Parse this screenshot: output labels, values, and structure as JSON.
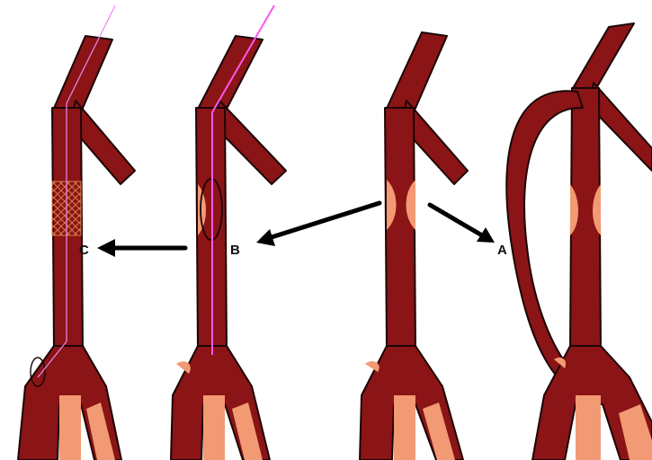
{
  "labels": {
    "a": "A",
    "b": "B",
    "c": "C"
  },
  "colors": {
    "vessel": "#8a1416",
    "plaque": "#f29a73",
    "guidewire": "#ff55ee",
    "outline": "#1c0606",
    "arrow": "#000000"
  },
  "icons": {
    "stent": "stent-mesh-icon",
    "balloon": "balloon-icon",
    "guidewire": "guidewire-icon"
  }
}
